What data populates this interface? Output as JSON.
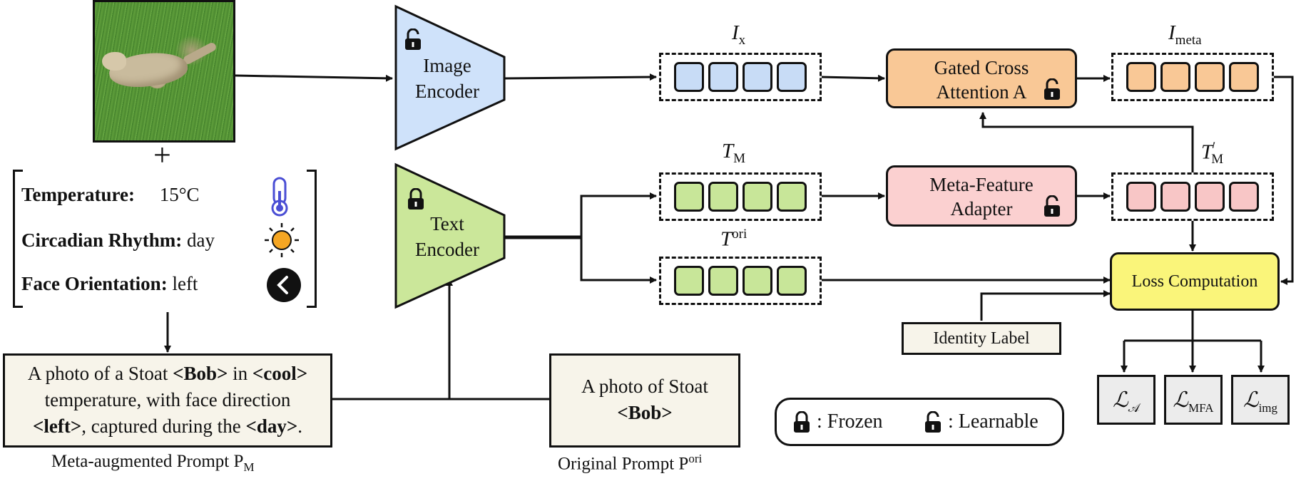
{
  "meta": {
    "temperature_label": "Temperature:",
    "temperature_value": "15°C",
    "circadian_label": "Circadian Rhythm:",
    "circadian_value": "day",
    "face_label": "Face Orientation:",
    "face_value": "left"
  },
  "prompts": {
    "meta_prompt_line1_a": "A photo of a Stoat ",
    "meta_prompt_line1_b": "<Bob>",
    "meta_prompt_line1_c": " in ",
    "meta_prompt_line1_d": "<cool>",
    "meta_prompt_line2": "temperature, with face direction",
    "meta_prompt_line3_a": "<left>",
    "meta_prompt_line3_b": ", captured during the ",
    "meta_prompt_line3_c": "<day>",
    "meta_prompt_line3_d": ".",
    "meta_caption": "Meta-augmented Prompt P",
    "meta_caption_sub": "M",
    "orig_prompt_line1": "A photo of Stoat",
    "orig_prompt_line2": "<Bob>",
    "orig_caption": "Original Prompt P",
    "orig_caption_sup": "ori"
  },
  "encoders": {
    "image_line1": "Image",
    "image_line2": "Encoder",
    "text_line1": "Text",
    "text_line2": "Encoder"
  },
  "features": {
    "ix": "I",
    "ix_sub": "x",
    "imeta": "I",
    "imeta_sub": "meta",
    "tm": "T",
    "tm_sub": "M",
    "tmp": "T",
    "tmp_sup": "′",
    "tmp_sub": "M",
    "tori": "T",
    "tori_sup": "ori"
  },
  "modules": {
    "gated_line1": "Gated Cross",
    "gated_line2": "Attention A",
    "mfa_line1": "Meta-Feature",
    "mfa_line2": "Adapter",
    "loss": "Loss Computation",
    "identity": "Identity Label"
  },
  "losses": [
    {
      "sym": "ℒ",
      "sub": "𝒜"
    },
    {
      "sym": "ℒ",
      "sub": "MFA"
    },
    {
      "sym": "ℒ",
      "sub": "img"
    }
  ],
  "legend": {
    "frozen": ": Frozen",
    "learnable": ": Learnable"
  },
  "colors": {
    "image_encoder": "#cfe2fa",
    "text_encoder": "#cbe79a",
    "gated": "#f9c896",
    "mfa": "#fbd0d0",
    "loss": "#faf57a"
  }
}
